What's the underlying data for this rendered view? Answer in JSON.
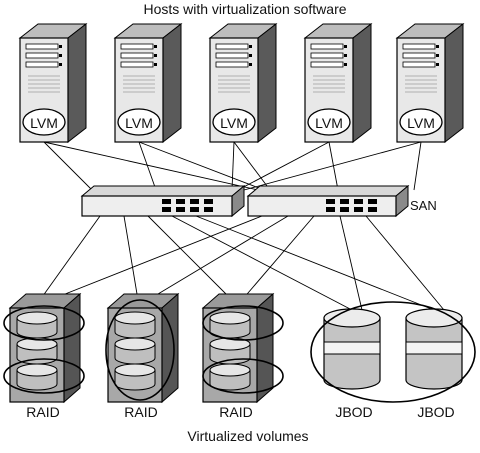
{
  "title": "Hosts with virtualization software",
  "footer": "Virtualized volumes",
  "network_label": "SAN",
  "hosts": [
    {
      "label": "LVM"
    },
    {
      "label": "LVM"
    },
    {
      "label": "LVM"
    },
    {
      "label": "LVM"
    },
    {
      "label": "LVM"
    }
  ],
  "switches": [
    {
      "ports": 8
    },
    {
      "ports": 8
    }
  ],
  "storage": [
    {
      "label": "RAID"
    },
    {
      "label": "RAID"
    },
    {
      "label": "RAID"
    },
    {
      "label": "JBOD"
    },
    {
      "label": "JBOD"
    }
  ]
}
